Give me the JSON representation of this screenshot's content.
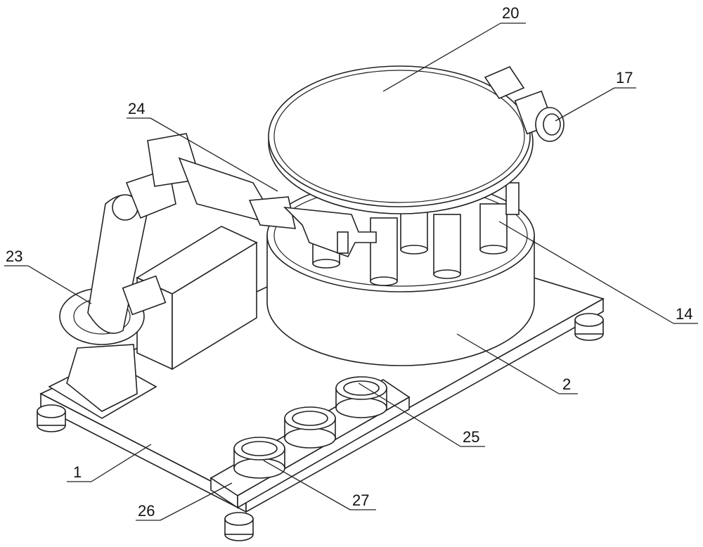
{
  "figure": {
    "type": "patent line drawing",
    "labels": [
      {
        "id": "20",
        "text": "20"
      },
      {
        "id": "17",
        "text": "17"
      },
      {
        "id": "24",
        "text": "24"
      },
      {
        "id": "23",
        "text": "23"
      },
      {
        "id": "14",
        "text": "14"
      },
      {
        "id": "2",
        "text": "2"
      },
      {
        "id": "25",
        "text": "25"
      },
      {
        "id": "1",
        "text": "1"
      },
      {
        "id": "27",
        "text": "27"
      },
      {
        "id": "26",
        "text": "26"
      }
    ]
  }
}
